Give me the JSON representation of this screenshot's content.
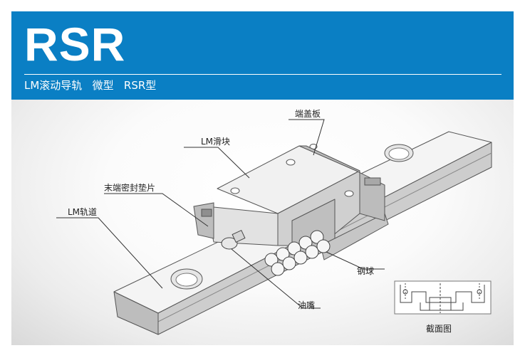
{
  "header": {
    "title": "RSR",
    "subtitle": "LM滚动导轨   微型   RSR型"
  },
  "labels": {
    "end_plate": "端盖板",
    "lm_block": "LM滑块",
    "end_seal": "末端密封垫片",
    "lm_rail": "LM轨道",
    "steel_ball": "钢球",
    "grease_nipple": "油嘴",
    "cross_section": "截面图"
  },
  "colors": {
    "header_blue": "#0a7fc4"
  }
}
